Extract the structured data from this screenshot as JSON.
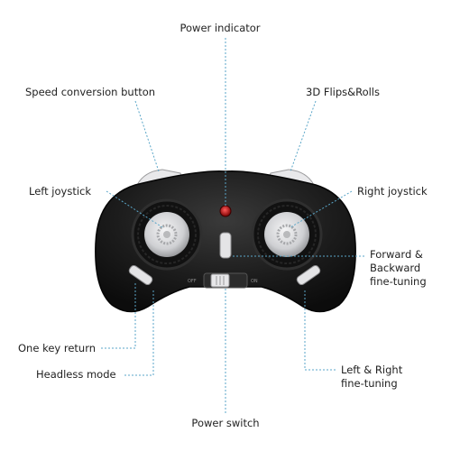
{
  "labels": {
    "power_indicator": "Power indicator",
    "speed_conversion_button": "Speed conversion button",
    "flips_rolls": "3D Flips&Rolls",
    "left_joystick": "Left joystick",
    "right_joystick": "Right joystick",
    "forward_backward": [
      "Forward &",
      "Backward",
      "fine-tuning"
    ],
    "one_key_return": "One key return",
    "headless_mode": "Headless mode",
    "left_right": [
      "Left & Right",
      "fine-tuning"
    ],
    "power_switch": "Power switch",
    "switch_off": "OFF",
    "switch_on": "ON"
  },
  "colors": {
    "callout_line": "#5aa6c8",
    "controller_body": "#1b1b1b",
    "joystick": "#d9dadc"
  }
}
